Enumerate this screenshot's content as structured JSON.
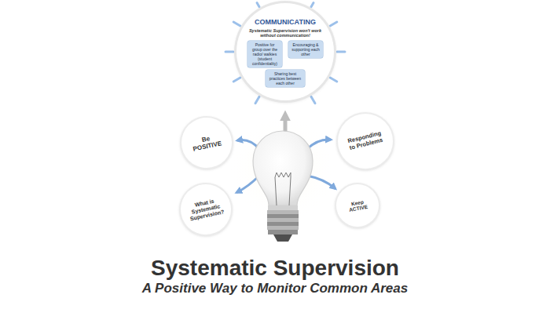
{
  "diagram": {
    "title": "Systematic Supervision",
    "nodes": [
      {
        "text": [
          "COMMUNICATING",
          "Systematic Supervision won't work without communication!"
        ]
      },
      {
        "text": [
          "Positive for group over the radio/ walkies (student confidentiality)"
        ],
        "in": 0
      },
      {
        "text": [
          "Encouraging & supporting each other"
        ],
        "in": 0
      },
      {
        "text": [
          "Sharing best practices between each other"
        ],
        "in": 0
      },
      {
        "text": [
          "Be POSITIVE"
        ]
      },
      {
        "text": [
          "Responding to Problems"
        ]
      },
      {
        "text": [
          "What is Systematic Supervision?"
        ]
      },
      {
        "text": [
          "Keep ACTIVE"
        ]
      }
    ],
    "labels": [
      "A Positive Way to Monitor Common Areas"
    ]
  }
}
